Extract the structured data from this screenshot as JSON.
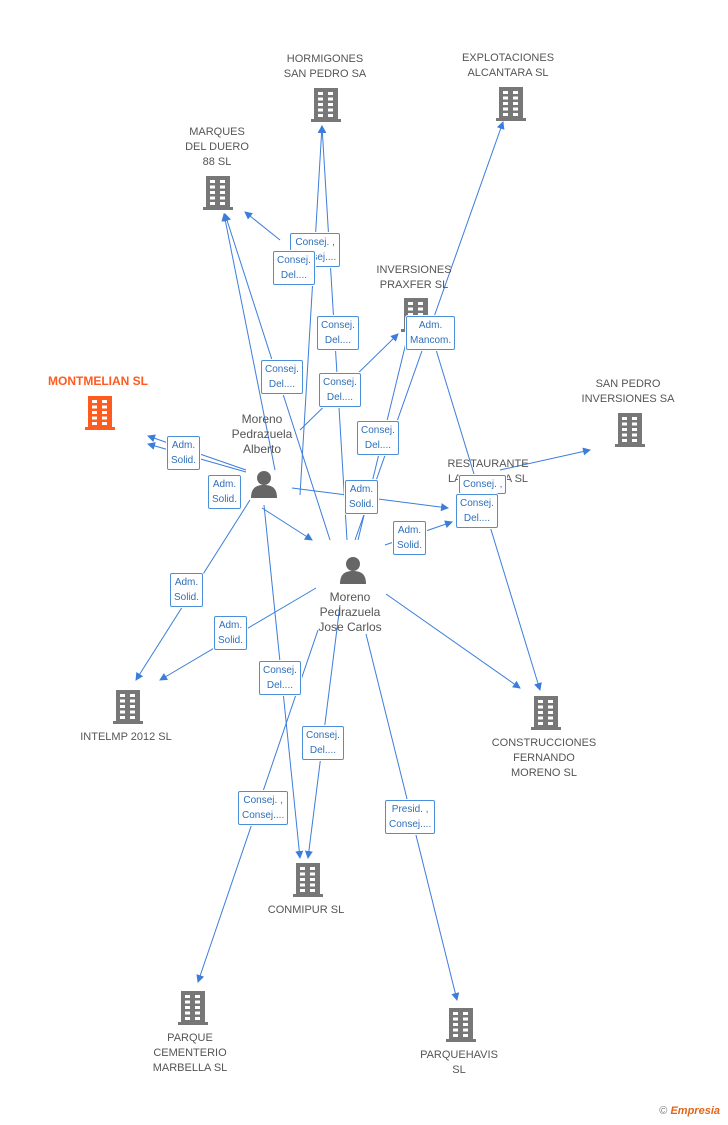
{
  "colors": {
    "edge": "#3c7ddb",
    "building": "#777777",
    "main_building": "#ff5b1f",
    "person": "#666666"
  },
  "companies": [
    {
      "id": "hormigones",
      "label": "HORMIGONES\nSAN PEDRO SA"
    },
    {
      "id": "explotaciones",
      "label": "EXPLOTACIONES\nALCANTARA  SL"
    },
    {
      "id": "marques",
      "label": "MARQUES\nDEL DUERO\n88 SL"
    },
    {
      "id": "inversiones_praxfer",
      "label": "INVERSIONES\nPRAXFER SL"
    },
    {
      "id": "montmelian",
      "label": "MONTMELIAN SL",
      "main": true
    },
    {
      "id": "san_pedro_inv",
      "label": "SAN PEDRO\nINVERSIONES SA"
    },
    {
      "id": "restaurante",
      "label": "RESTAURANTE\nLA BIZNAGA SL"
    },
    {
      "id": "intelmp",
      "label": "INTELMP 2012 SL"
    },
    {
      "id": "construcciones",
      "label": "CONSTRUCCIONES\nFERNANDO\nMORENO SL"
    },
    {
      "id": "conmipur",
      "label": "CONMIPUR SL"
    },
    {
      "id": "parque",
      "label": "PARQUE\nCEMENTERIO\nMARBELLA  SL"
    },
    {
      "id": "parquehavis",
      "label": "PARQUEHAVIS\nSL"
    }
  ],
  "persons": [
    {
      "id": "alberto",
      "label": "Moreno\nPedrazuela\nAlberto"
    },
    {
      "id": "jose_carlos",
      "label": "Moreno\nPedrazuela\nJose Carlos"
    }
  ],
  "roles": [
    "Consej. ,\nConsej....",
    "Consej.\nDel....",
    "Consej.\nDel....",
    "Adm.\nMancom.",
    "Consej.\nDel....",
    "Consej.\nDel....",
    "Consej.\nDel....",
    "Adm.\nSolid.",
    "Adm.\nSolid.",
    "Adm.\nSolid.",
    "Consej. ,",
    "Consej.\nDel....",
    "Adm.\nSolid.",
    "Adm.\nSolid.",
    "Adm.\nSolid.",
    "Consej.\nDel....",
    "Consej.\nDel....",
    "Consej. ,\nConsej....",
    "Presid. ,\nConsej....",
    "Adm.\nSolid."
  ],
  "footer": {
    "copyright": "©",
    "brand": "Empresia"
  }
}
